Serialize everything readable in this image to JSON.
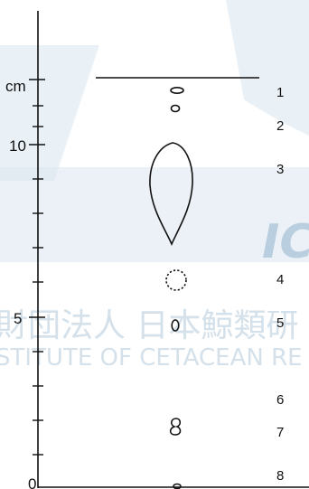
{
  "axis": {
    "unit": "cm",
    "ticks": [
      {
        "label": "10",
        "value": 10
      },
      {
        "label": "5",
        "value": 5
      },
      {
        "label": "0",
        "value": 0
      }
    ]
  },
  "items": [
    {
      "label": "1",
      "shape": "top-line"
    },
    {
      "label": "2",
      "shape": "two-small-ovals"
    },
    {
      "label": "3",
      "shape": "large-leaf-outline"
    },
    {
      "label": "4",
      "shape": "dotted-circle"
    },
    {
      "label": "5",
      "shape": "small-oval"
    },
    {
      "label": "6",
      "shape": "none"
    },
    {
      "label": "7",
      "shape": "figure-eight"
    },
    {
      "label": "8",
      "shape": "tiny-oval-at-base"
    }
  ],
  "watermark": {
    "line1": "財団法人 日本鯨類研",
    "line2": "STITUTE OF CETACEAN RE",
    "mark": "IC"
  },
  "colors": {
    "ink": "#111111",
    "watermark": "#c9dbe8",
    "watermark_text": "#d6e3ed"
  }
}
